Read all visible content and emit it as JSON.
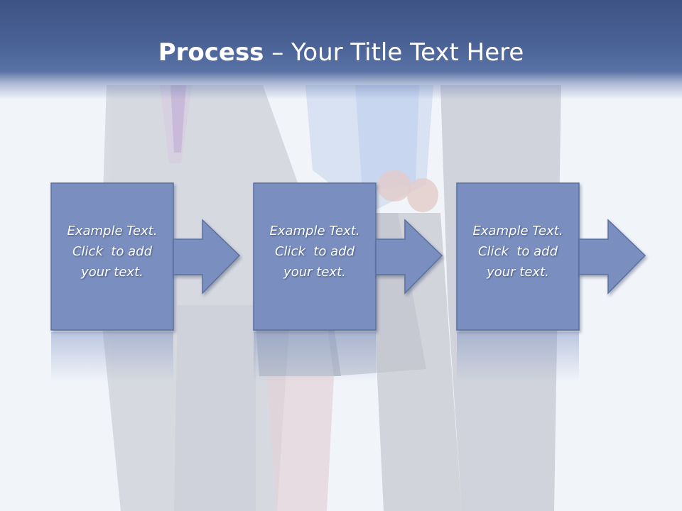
{
  "title": {
    "bold": "Process",
    "rest": " – Your Title Text Here"
  },
  "steps": [
    {
      "lines": [
        "Example Text.",
        "Click  to add",
        "your text."
      ]
    },
    {
      "lines": [
        "Example Text.",
        "Click  to add",
        "your text."
      ]
    },
    {
      "lines": [
        "Example Text.",
        "Click  to add",
        "your text."
      ]
    }
  ],
  "colors": {
    "title_bar": "#4a6296",
    "box_fill": "#7a8fc0",
    "box_stroke": "#5a6f9e",
    "text": "#ffffff"
  },
  "icons": [
    "arrow-right-icon"
  ]
}
